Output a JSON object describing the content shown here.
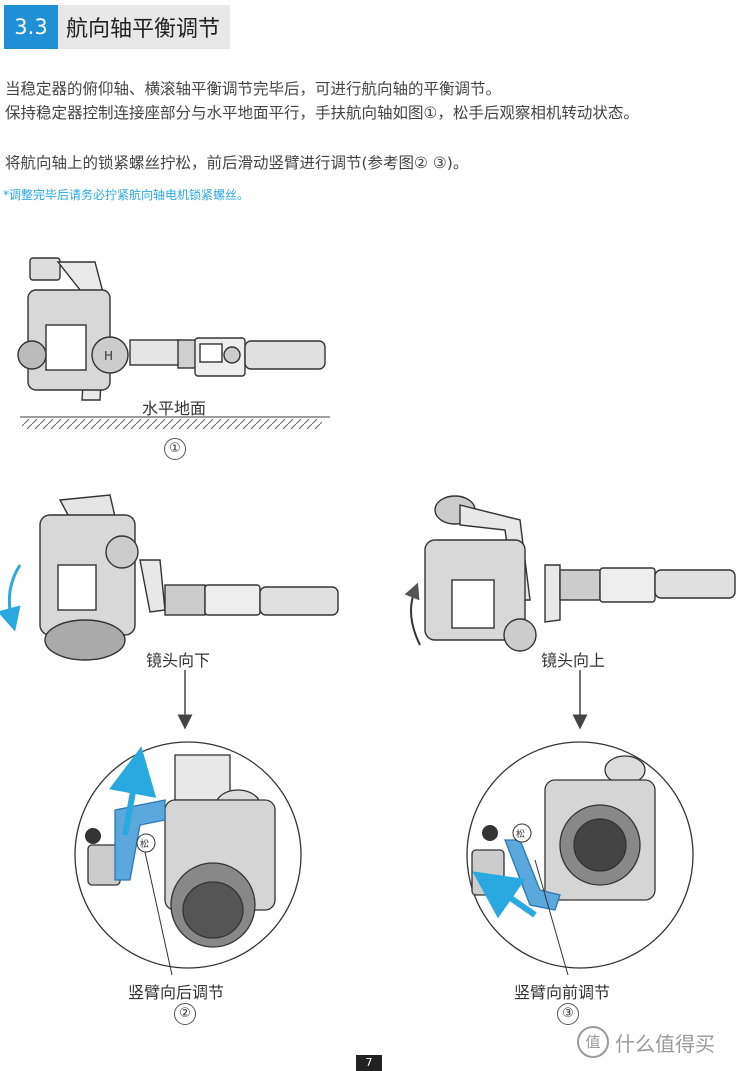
{
  "section": {
    "number": "3.3",
    "title": "航向轴平衡调节"
  },
  "paragraphs": [
    "当稳定器的俯仰轴、横滚轴平衡调节完毕后，可进行航向轴的平衡调节。",
    "保持稳定器控制连接座部分与水平地面平行，手扶航向轴如图①，松手后观察相机转动状态。",
    "将航向轴上的锁紧螺丝拧松，前后滑动竖臂进行调节(参考图② ③)。"
  ],
  "note": "*调整完毕后请务必拧紧航向轴电机锁紧螺丝。",
  "figure1": {
    "ground_label": "水平地面",
    "number": "①"
  },
  "figure2": {
    "direction_label": "镜头向下",
    "action_label": "竖臂向后调节",
    "number": "②",
    "loosen_mark": "松"
  },
  "figure3": {
    "direction_label": "镜头向上",
    "action_label": "竖臂向前调节",
    "number": "③",
    "loosen_mark": "松"
  },
  "page_number": "7",
  "watermark": {
    "badge": "值",
    "text": "什么值得买"
  },
  "colors": {
    "accent": "#1f8fd6",
    "arrow_blue": "#2aa8e0",
    "highlight": "#5ba8dc"
  }
}
